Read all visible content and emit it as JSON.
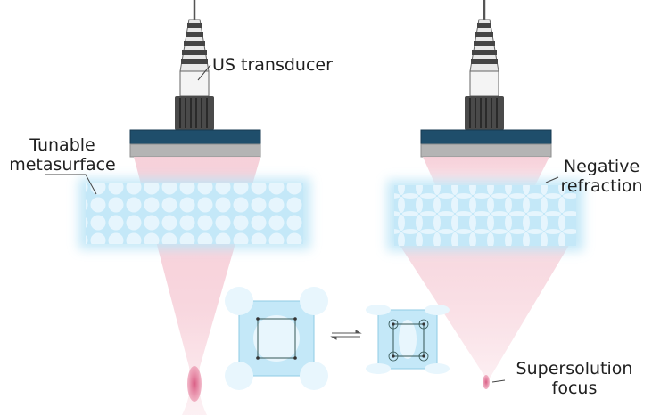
{
  "labels": {
    "transducer": "US transducer",
    "metasurface_line1": "Tunable",
    "metasurface_line2": "metasurface",
    "refraction_line1": "Negative",
    "refraction_line2": "refraction",
    "focus_line1": "Supersolution",
    "focus_line2": "focus"
  },
  "colors": {
    "transducer_top": "#1f4e6b",
    "transducer_plate": "#b4b4b4",
    "beam": "#f3bcc8",
    "focus_spot": "#e07596",
    "metasurface": "#bfe6f7",
    "metasurface_glow": "#dff3fc",
    "connector_dark": "#3d3d3d",
    "connector_light": "#e6e6e6"
  },
  "icons": [
    "transducer-icon",
    "metasurface-unit-cell-icon",
    "reversible-arrows-icon"
  ]
}
